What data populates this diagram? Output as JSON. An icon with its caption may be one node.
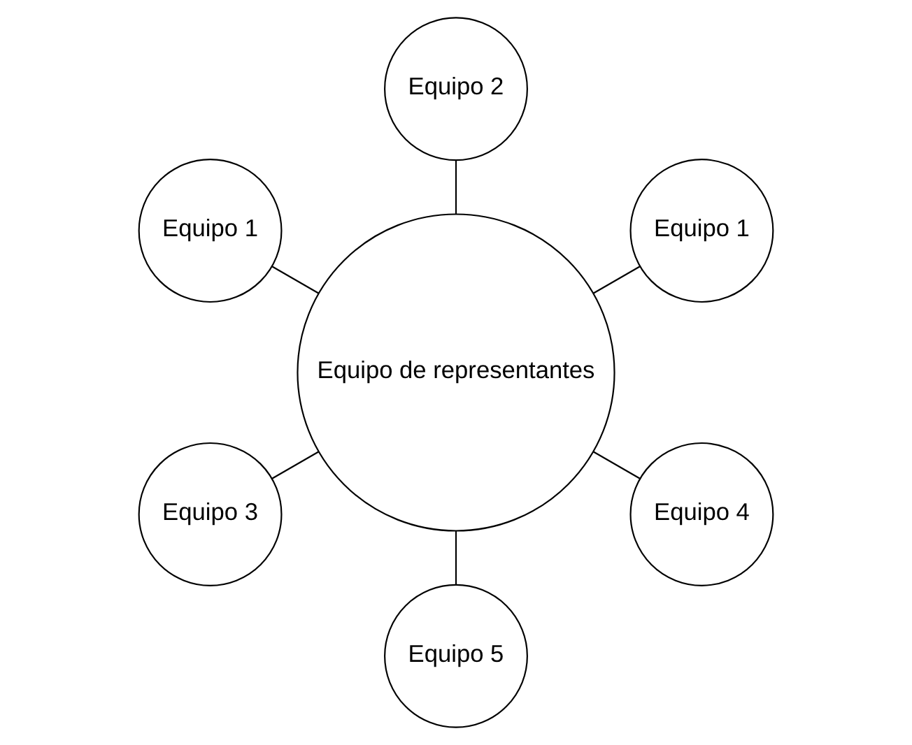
{
  "diagram": {
    "nodes": [
      {
        "text": [
          "Equipo de representantes"
        ]
      },
      {
        "text": [
          "Equipo 1"
        ]
      },
      {
        "text": [
          "Equipo 2"
        ]
      },
      {
        "text": [
          "Equipo 1"
        ]
      },
      {
        "text": [
          "Equipo 3"
        ]
      },
      {
        "text": [
          "Equipo 5"
        ]
      },
      {
        "text": [
          "Equipo 4"
        ]
      }
    ],
    "edges": [
      {
        "from": 0,
        "to": 1,
        "arrow": "none"
      },
      {
        "from": 0,
        "to": 2,
        "arrow": "none"
      },
      {
        "from": 0,
        "to": 3,
        "arrow": "none"
      },
      {
        "from": 0,
        "to": 4,
        "arrow": "none"
      },
      {
        "from": 0,
        "to": 5,
        "arrow": "none"
      },
      {
        "from": 0,
        "to": 6,
        "arrow": "none"
      }
    ]
  }
}
